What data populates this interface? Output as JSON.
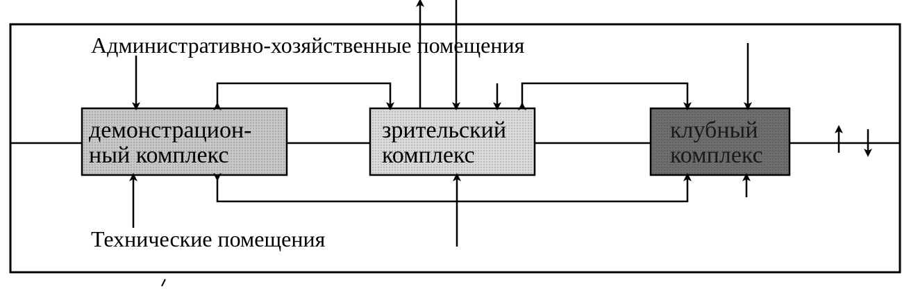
{
  "labels": {
    "admin": "Административно-хозяйственные помещения",
    "tech": "Технические помещения"
  },
  "boxes": {
    "demo": {
      "line1": "демонстрацион-",
      "line2": "ный комплекс",
      "fill": "#c8c8c8"
    },
    "viewer": {
      "line1": "зрительский",
      "line2": "комплекс",
      "fill": "#dadada"
    },
    "third": {
      "line1": "клубный",
      "line2": "комплекс",
      "fill": "#6e6e6e"
    }
  },
  "colors": {
    "ink": "#000000",
    "paper": "#ffffff"
  }
}
